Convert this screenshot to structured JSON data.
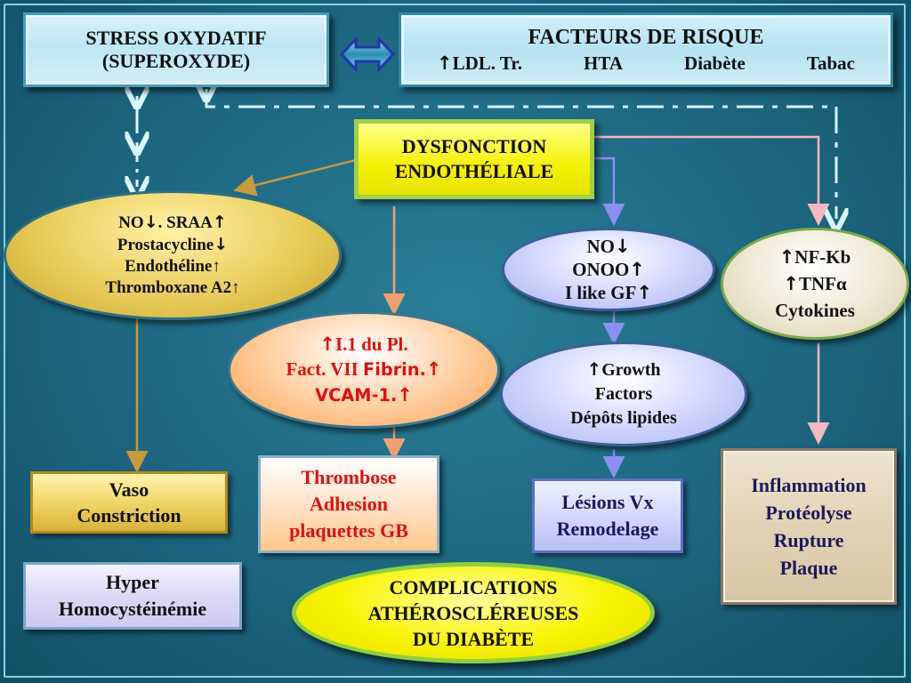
{
  "stress": {
    "line1": "STRESS OXYDATIF",
    "line2": "(SUPEROXYDE)"
  },
  "facteurs": {
    "title": "FACTEURS DE RISQUE",
    "items": [
      {
        "arrow": "↑",
        "label": "LDL. Tr."
      },
      {
        "arrow": "",
        "label": "HTA"
      },
      {
        "arrow": "",
        "label": "Diabète"
      },
      {
        "arrow": "",
        "label": "Tabac"
      }
    ]
  },
  "dysfonction": {
    "line1": "DYSFONCTION",
    "line2": "ENDOTHÉLIALE"
  },
  "no_sraa": {
    "l1a": "NO",
    "l1b": "↓",
    "l1c": ". SRAA",
    "l1d": "↑",
    "l2a": "Prostacycline",
    "l2b": "↓",
    "l3": "Endothéline↑",
    "l4": "Thromboxane A2↑"
  },
  "plaquettes": {
    "l1a": "↑",
    "l1b": "I.1 du Pl.",
    "l2a": "Fact. VII ",
    "l2b": "Fibrin.",
    "l2c": "↑",
    "l3a": "VCAM-1.",
    "l3b": "↑"
  },
  "no_onoo": {
    "l1a": "NO",
    "l1b": "↓",
    "l2a": "ONOO",
    "l2b": "↑",
    "l3a": "I like GF",
    "l3b": "↑"
  },
  "nfkb": {
    "l1a": "↑",
    "l1b": "NF-Kb",
    "l2a": "↑",
    "l2b": "TNFα",
    "l3": "Cytokines"
  },
  "growth": {
    "l1a": "↑",
    "l1b": "Growth",
    "l2": "Factors",
    "l3": "Dépôts lipides"
  },
  "vaso": {
    "line1": "Vaso",
    "line2": "Constriction"
  },
  "thrombose": {
    "line1": "Thrombose",
    "line2": "Adhesion",
    "line3": "plaquettes GB"
  },
  "lesions": {
    "line1": "Lésions Vx",
    "line2": "Remodelage"
  },
  "inflammation": {
    "line1": "Inflammation",
    "line2": "Protéolyse",
    "line3": "Rupture",
    "line4": "Plaque"
  },
  "hyper": {
    "line1": "Hyper",
    "line2": "Homocystéinémie"
  },
  "complications": {
    "line1": "COMPLICATIONS",
    "line2": "ATHÉROSCLÉREUSES",
    "line3": "DU DIABÈTE"
  },
  "colors": {
    "background": "#1d6680",
    "dash_connector": "#d9f6ff",
    "arrow_gold": "#c99a3a",
    "arrow_salmon": "#f0a070",
    "arrow_blue": "#8c8ff0",
    "arrow_pink": "#f3b8c0",
    "red_text": "#e01010"
  }
}
